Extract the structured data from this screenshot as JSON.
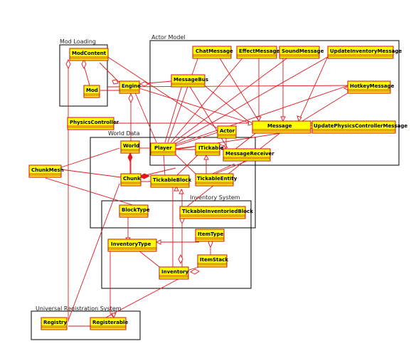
{
  "packages": {
    "mod_loading": "Mod Loading",
    "actor_model": "Actor Model",
    "world_data": "World Data",
    "inventory_system": "Inventory System",
    "universal_registration": "Universal Registration System"
  },
  "classes": {
    "ModContent": "ModContent",
    "Mod": "Mod",
    "Engine": "Engine",
    "MessageBus": "MessageBus",
    "ChatMessage": "ChatMessage",
    "EffectMessage": "EffectMessage",
    "SoundMessage": "SoundMessage",
    "UpdateInventoryMessage": "UpdateInventoryMessage",
    "HotkeyMessage": "HotkeyMessage",
    "Message": "Message",
    "UpdatePhysicsControllerMessage": "UpdatePhysicsControllerMessage",
    "PhysicsController": "PhysicsController",
    "Actor": "Actor",
    "World": "World",
    "Player": "Player",
    "ITickable": "ITickable",
    "MessageReceiver": "MessageReceiver",
    "ChunkMesh": "ChunkMesh",
    "Chunk": "Chunk",
    "TickableBlock": "TickableBlock",
    "TickableEntity": "TickableEntity",
    "BlockType": "BlockType",
    "TickableInventoriedBlock": "TickableInventoriedBlock",
    "InventoryType": "InventoryType",
    "ItemType": "ItemType",
    "ItemStack": "ItemStack",
    "Inventory": "Inventory",
    "Registry": "Registry",
    "Registerable": "Registerable"
  },
  "colors": {
    "class_fill": "#ffff00",
    "class_border": "#c4161c",
    "edge": "#e0191f",
    "package_border": "#000000"
  }
}
